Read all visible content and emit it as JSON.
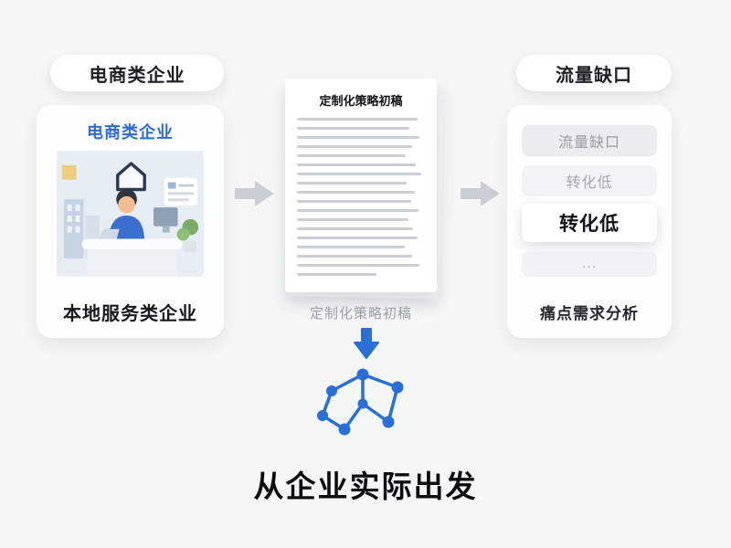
{
  "left": {
    "pill_label": "电商类企业",
    "card_title": "电商类企业",
    "card_footer": "本地服务类企业"
  },
  "middle": {
    "doc_title": "定制化策略初稿",
    "caption": "定制化策略初稿"
  },
  "right": {
    "pill_label": "流量缺口",
    "items": [
      {
        "label": "流量缺口",
        "emphasis": false
      },
      {
        "label": "转化低",
        "emphasis": false
      },
      {
        "label": "转化低",
        "emphasis": true
      },
      {
        "label": "...",
        "emphasis": false
      }
    ],
    "footer": "痛点需求分析"
  },
  "headline": "从企业实际出发",
  "colors": {
    "accent_blue": "#2a6fd6",
    "arrow_gray": "#c9ced4",
    "background": "#f5f7f6",
    "card_white": "#fcfdfd"
  },
  "icons": {
    "network": "network-graph-icon",
    "arrow_right": "arrow-right-icon",
    "arrow_down": "arrow-down-icon",
    "illustration": "office-worker-illustration"
  }
}
